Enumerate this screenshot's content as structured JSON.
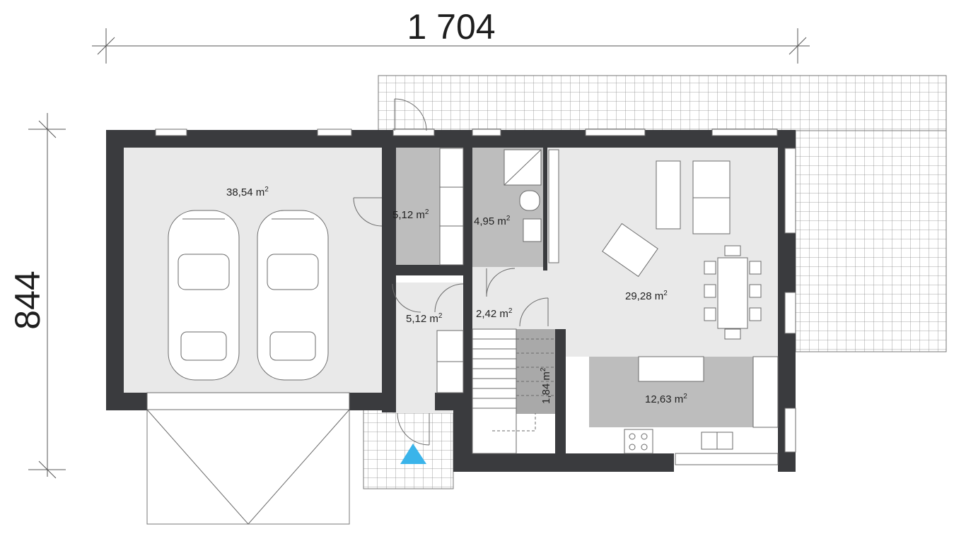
{
  "dimensions": {
    "width": "1 704",
    "height": "844"
  },
  "rooms": {
    "garage": {
      "area": "38,54 m",
      "sup": "2"
    },
    "utility": {
      "area": "5,12 m",
      "sup": "2"
    },
    "bathroom": {
      "area": "4,95 m",
      "sup": "2"
    },
    "vestibule": {
      "area": "5,12 m",
      "sup": "2"
    },
    "hall": {
      "area": "2,42 m",
      "sup": "2"
    },
    "living": {
      "area": "29,28 m",
      "sup": "2"
    },
    "stairs": {
      "area": "1,84 m",
      "sup": "2"
    },
    "kitchen": {
      "area": "12,63 m",
      "sup": "2"
    }
  },
  "colors": {
    "wall": "#3a3b3e",
    "entrance_marker": "#3ab4ea"
  },
  "icons": {
    "entrance": "entrance-triangle-icon"
  }
}
